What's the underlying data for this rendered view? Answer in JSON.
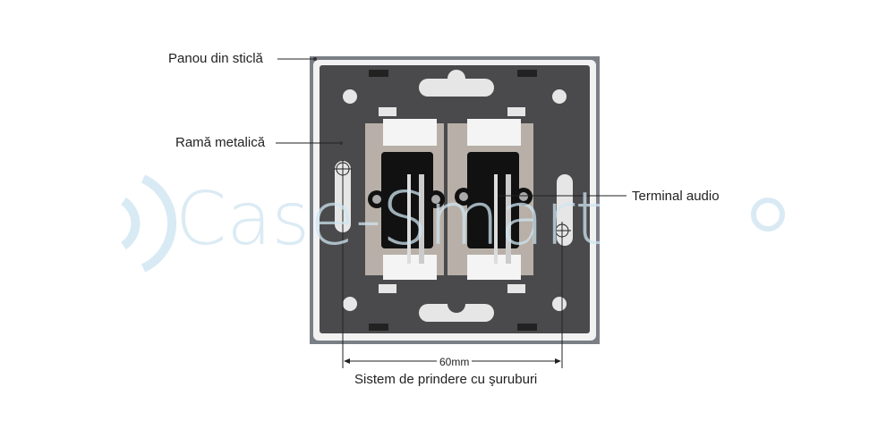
{
  "watermark": "Case-Smart",
  "labels": {
    "glass_panel": "Panou din sticlă",
    "metal_frame": "Ramă metalică",
    "audio_terminal": "Terminal audio",
    "dimension": "60mm",
    "mounting": "Sistem de prindere cu şuruburi"
  },
  "colors": {
    "watermark": "#cfe5f1",
    "plate": "#4a4a4c",
    "frame": "#7a7f86"
  }
}
